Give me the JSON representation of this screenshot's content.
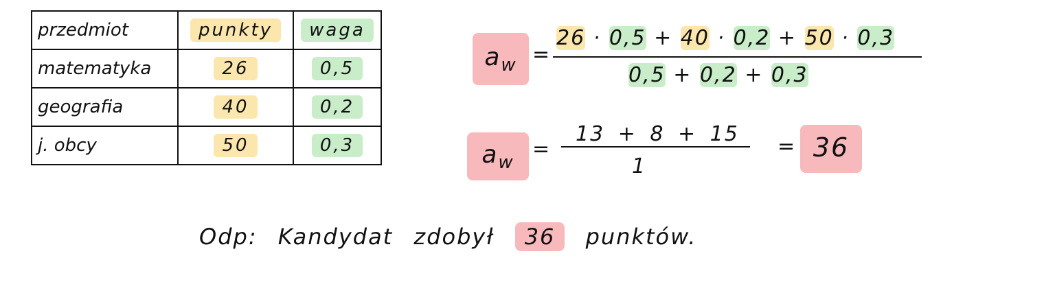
{
  "table": {
    "headers": [
      "przedmiot",
      "punkty",
      "waga"
    ],
    "rows": [
      {
        "subject": "matematyka",
        "points": "26",
        "weight": "0,5"
      },
      {
        "subject": "geografia",
        "points": "40",
        "weight": "0,2"
      },
      {
        "subject": "j. obcy",
        "points": "50",
        "weight": "0,3"
      }
    ]
  },
  "formula1": {
    "lhs": "a",
    "lhs_sub": "w",
    "eq": "=",
    "numerator": [
      "26",
      "·",
      "0,5",
      "+",
      "40",
      "·",
      "0,2",
      "+",
      "50",
      "·",
      "0,3"
    ],
    "denominator": [
      "0,5",
      "+",
      "0,2",
      "+",
      "0,3"
    ]
  },
  "formula2": {
    "lhs": "a",
    "lhs_sub": "w",
    "eq": "=",
    "numerator": "13 + 8 + 15",
    "denominator": "1",
    "eq2": "=",
    "result": "36"
  },
  "answer": {
    "prefix": "Odp: Kandydat zdobył",
    "value": "36",
    "suffix": "punktów."
  },
  "colors": {
    "points": "#fbe6ad",
    "weight": "#c9edc9",
    "result": "#f8b9bd"
  }
}
